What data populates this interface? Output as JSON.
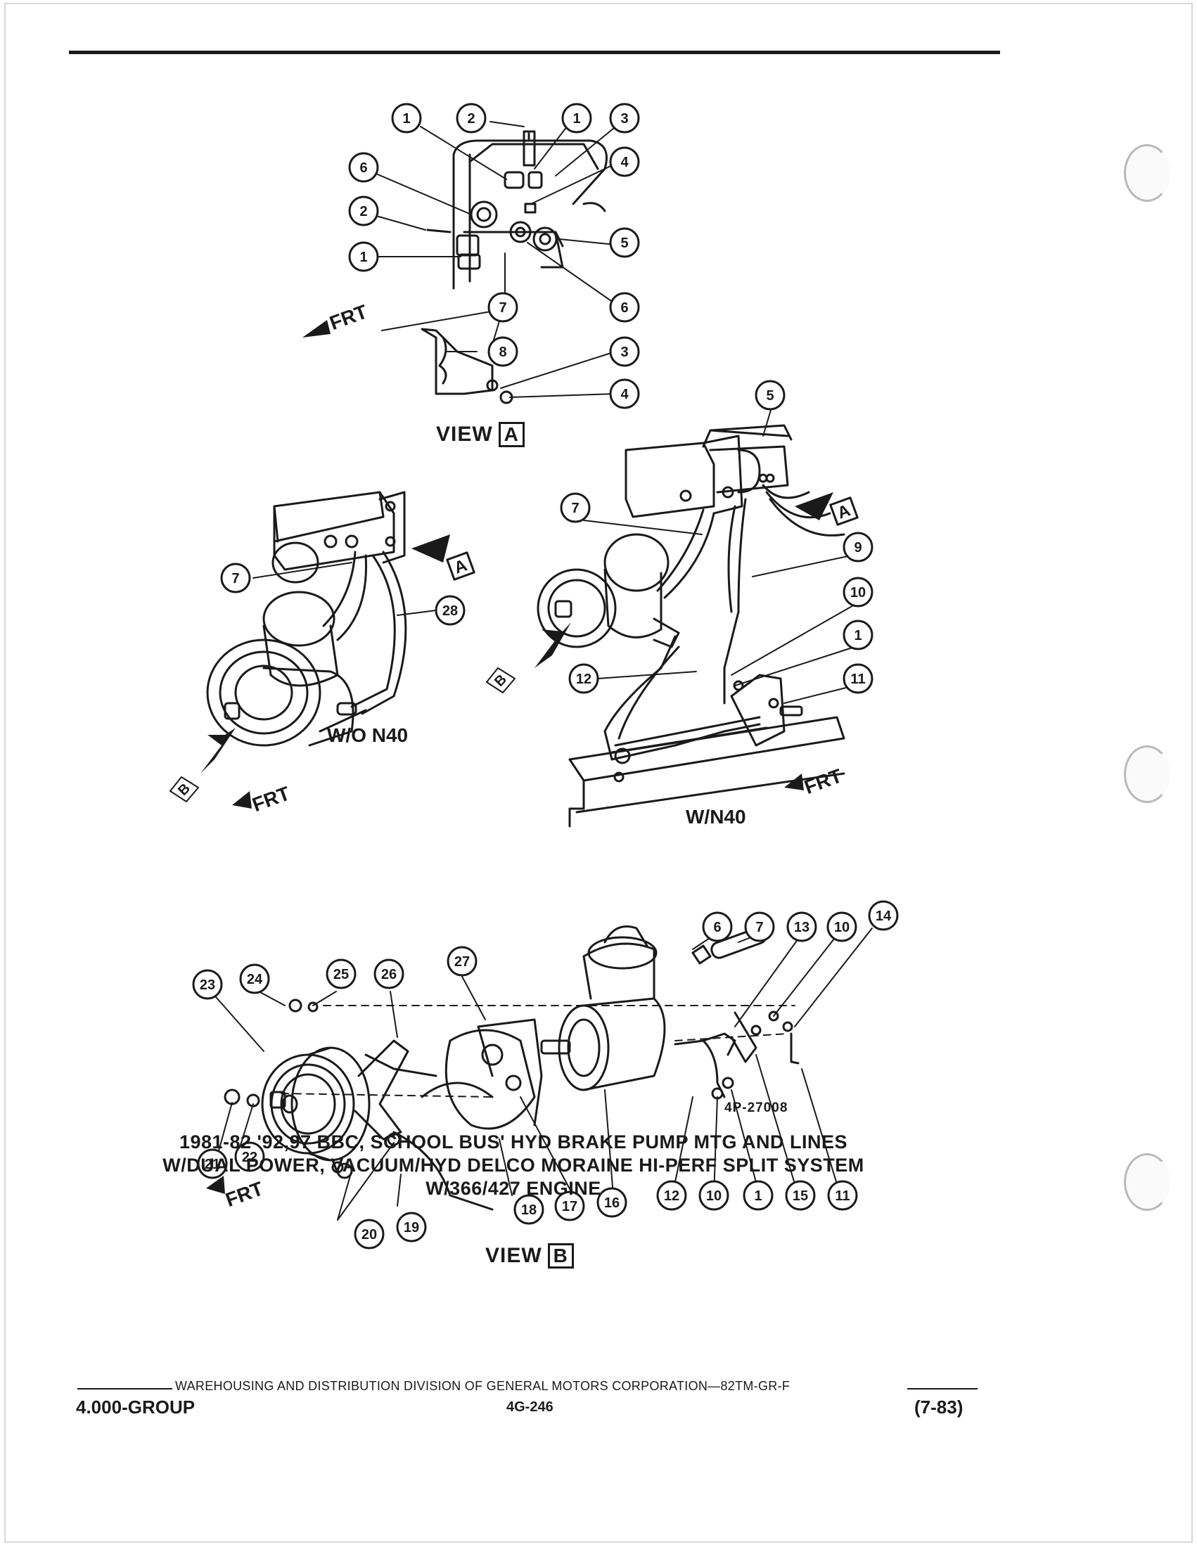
{
  "views": {
    "view_a_label": "VIEW",
    "view_a_letter": "A",
    "view_b_label": "VIEW",
    "view_b_letter": "B",
    "arrow_a_letter": "A",
    "arrow_b_letter": "B"
  },
  "variants": {
    "without_n40": "W/O N40",
    "with_n40": "W/N40"
  },
  "frt_label": "FRT",
  "callouts": [
    "1",
    "2",
    "3",
    "4",
    "5",
    "6",
    "7",
    "8",
    "9",
    "10",
    "11",
    "12",
    "13",
    "14",
    "15",
    "16",
    "17",
    "18",
    "19",
    "20",
    "21",
    "22",
    "23",
    "24",
    "25",
    "26",
    "27",
    "28"
  ],
  "figure_number": "4P-27008",
  "caption": {
    "line1": "1981-82 '92,97 BBC, SCHOOL BUS' HYD BRAKE PUMP MTG AND LINES",
    "line2": "W/DUAL POWER, VACUUM/HYD DELCO MORAINE HI-PERF SPLIT SYSTEM",
    "line3": "W/366/427 ENGINE"
  },
  "footer": {
    "center_line": "WAREHOUSING AND DISTRIBUTION DIVISION OF GENERAL MOTORS CORPORATION—82TM-GR-F",
    "left": "4.000-GROUP",
    "page": "4G-246",
    "date": "(7-83)"
  },
  "colors": {
    "ink": "#1a1a1a",
    "paper": "#ffffff",
    "binder_hole": "#b9b9b9"
  }
}
